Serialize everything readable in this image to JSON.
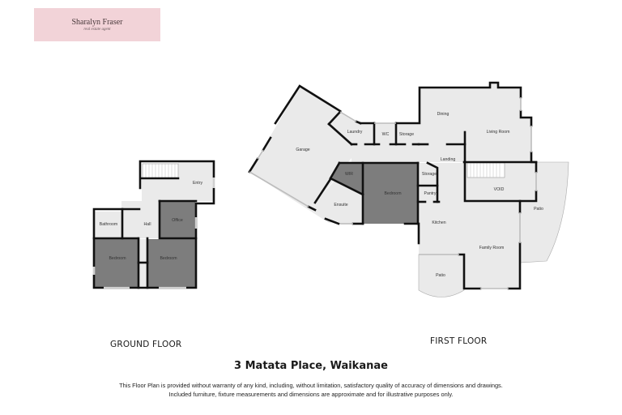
{
  "branding": {
    "name": "Sharalyn Fraser",
    "tagline": "real estate agent",
    "background_color": "#f2d3d8"
  },
  "colors": {
    "wall": "#111111",
    "floor_light": "#eaeaea",
    "floor_dark": "#8a8a8a",
    "floor_mid": "#7d7d7d",
    "window": "#cfcfcf"
  },
  "ground_floor": {
    "title": "GROUND FLOOR",
    "rooms": [
      {
        "id": "entry",
        "label": "Entry",
        "shade": "light"
      },
      {
        "id": "hall",
        "label": "Hall",
        "shade": "light"
      },
      {
        "id": "bathroom",
        "label": "Bathroom",
        "shade": "light"
      },
      {
        "id": "office",
        "label": "Office",
        "shade": "dark"
      },
      {
        "id": "bedroom-1",
        "label": "Bedroom",
        "shade": "dark"
      },
      {
        "id": "bedroom-2",
        "label": "Bedroom",
        "shade": "dark"
      }
    ]
  },
  "first_floor": {
    "title": "FIRST FLOOR",
    "rooms": [
      {
        "id": "garage",
        "label": "Garage",
        "shade": "light"
      },
      {
        "id": "laundry",
        "label": "Laundry",
        "shade": "light"
      },
      {
        "id": "wc",
        "label": "WC",
        "shade": "light"
      },
      {
        "id": "storage-1",
        "label": "Storage",
        "shade": "light"
      },
      {
        "id": "dining",
        "label": "Dining",
        "shade": "light"
      },
      {
        "id": "living-room",
        "label": "Living Room",
        "shade": "light"
      },
      {
        "id": "landing",
        "label": "Landing",
        "shade": "light"
      },
      {
        "id": "wir",
        "label": "WIR",
        "shade": "dark"
      },
      {
        "id": "bedroom",
        "label": "Bedroom",
        "shade": "dark"
      },
      {
        "id": "storage-2",
        "label": "Storage",
        "shade": "light"
      },
      {
        "id": "pantry",
        "label": "Pantry",
        "shade": "light"
      },
      {
        "id": "ensuite",
        "label": "Ensuite",
        "shade": "light"
      },
      {
        "id": "void",
        "label": "VOID",
        "shade": "light"
      },
      {
        "id": "patio-east",
        "label": "Patio",
        "shade": "light"
      },
      {
        "id": "kitchen",
        "label": "Kitchen",
        "shade": "light"
      },
      {
        "id": "family-room",
        "label": "Family Room",
        "shade": "light"
      },
      {
        "id": "patio-south",
        "label": "Patio",
        "shade": "light"
      }
    ]
  },
  "address": "3 Matata Place, Waikanae",
  "disclaimer": {
    "line1": "This Floor Plan is provided without warranty of any kind, including, without limitation, satisfactory quality of accuracy of dimensions and drawings.",
    "line2": "Included furniture, fixture measurements and dimensions are approximate and for illustrative purposes only."
  }
}
